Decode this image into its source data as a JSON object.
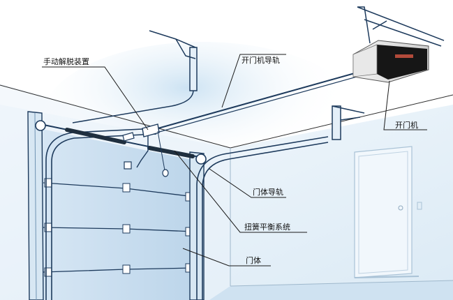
{
  "labels": {
    "manual_release": "手动解脱装置",
    "opener_rail": "开门机导轨",
    "opener": "开门机",
    "door_track": "门体导轨",
    "torsion_spring": "扭簧平衡系统",
    "door_body": "门体"
  },
  "colors": {
    "wall_back": "#dbeaf4",
    "wall_light": "#eef5fa",
    "floor": "#e2eef7",
    "track_fill": "#cfe3f2",
    "track_stroke": "#1d3a5c",
    "door_panel": "#cddff0",
    "leader": "#1a1a1a"
  }
}
